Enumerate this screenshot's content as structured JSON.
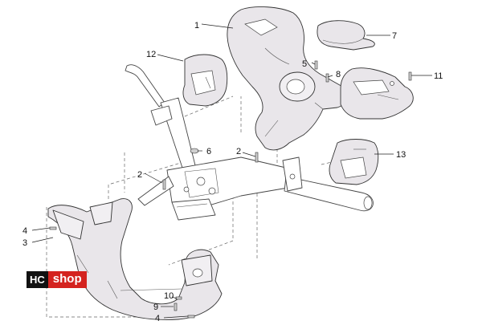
{
  "callouts": [
    {
      "id": "c1",
      "label": "1"
    },
    {
      "id": "c2a",
      "label": "2"
    },
    {
      "id": "c2b",
      "label": "2"
    },
    {
      "id": "c3",
      "label": "3"
    },
    {
      "id": "c4a",
      "label": "4"
    },
    {
      "id": "c4b",
      "label": "4"
    },
    {
      "id": "c5",
      "label": "5"
    },
    {
      "id": "c6",
      "label": "6"
    },
    {
      "id": "c7",
      "label": "7"
    },
    {
      "id": "c8",
      "label": "8"
    },
    {
      "id": "c9",
      "label": "9"
    },
    {
      "id": "c10",
      "label": "10"
    },
    {
      "id": "c11",
      "label": "11"
    },
    {
      "id": "c12",
      "label": "12"
    },
    {
      "id": "c13",
      "label": "13"
    }
  ],
  "logo": {
    "part1": "HC",
    "part2": "shop",
    "colors": {
      "dark": "#111111",
      "accent": "#d4231f"
    }
  }
}
